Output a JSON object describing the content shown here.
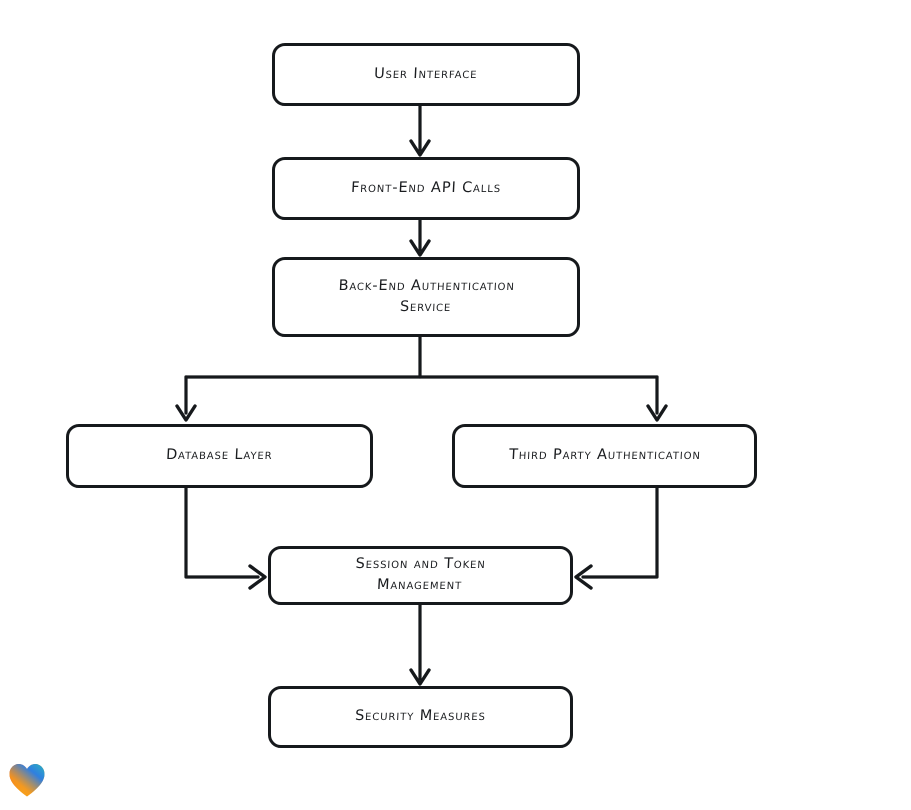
{
  "diagram": {
    "type": "flowchart",
    "orientation": "top-to-bottom",
    "style": "hand-drawn",
    "background_color": "#ffffff",
    "stroke_color": "#16191c",
    "text_color": "#1b1d20",
    "nodes": [
      {
        "id": "user-interface",
        "label": "User Interface",
        "shape": "rounded-rectangle"
      },
      {
        "id": "front-end-api-calls",
        "label": "Front-End API Calls",
        "shape": "rounded-rectangle"
      },
      {
        "id": "back-end-authentication-service",
        "label": "Back-End Authentication\nService",
        "shape": "rounded-rectangle"
      },
      {
        "id": "database-layer",
        "label": "Database Layer",
        "shape": "rounded-rectangle"
      },
      {
        "id": "third-party-authentication",
        "label": "Third Party Authentication",
        "shape": "rounded-rectangle"
      },
      {
        "id": "session-and-token-management",
        "label": "Session and Token\nManagement",
        "shape": "rounded-rectangle"
      },
      {
        "id": "security-measures",
        "label": "Security Measures",
        "shape": "rounded-rectangle"
      }
    ],
    "edges": [
      {
        "from": "user-interface",
        "to": "front-end-api-calls",
        "arrow": "down"
      },
      {
        "from": "front-end-api-calls",
        "to": "back-end-authentication-service",
        "arrow": "down"
      },
      {
        "from": "back-end-authentication-service",
        "to": "database-layer",
        "arrow": "down-left-branch"
      },
      {
        "from": "back-end-authentication-service",
        "to": "third-party-authentication",
        "arrow": "down-right-branch"
      },
      {
        "from": "database-layer",
        "to": "session-and-token-management",
        "arrow": "right-into-left-edge"
      },
      {
        "from": "third-party-authentication",
        "to": "session-and-token-management",
        "arrow": "left-into-right-edge"
      },
      {
        "from": "session-and-token-management",
        "to": "security-measures",
        "arrow": "down"
      }
    ]
  },
  "watermark": {
    "icon": "heart-icon",
    "colors": [
      "#e8342a",
      "#f59a1e",
      "#2f7fe0",
      "#2bb3c0"
    ]
  }
}
